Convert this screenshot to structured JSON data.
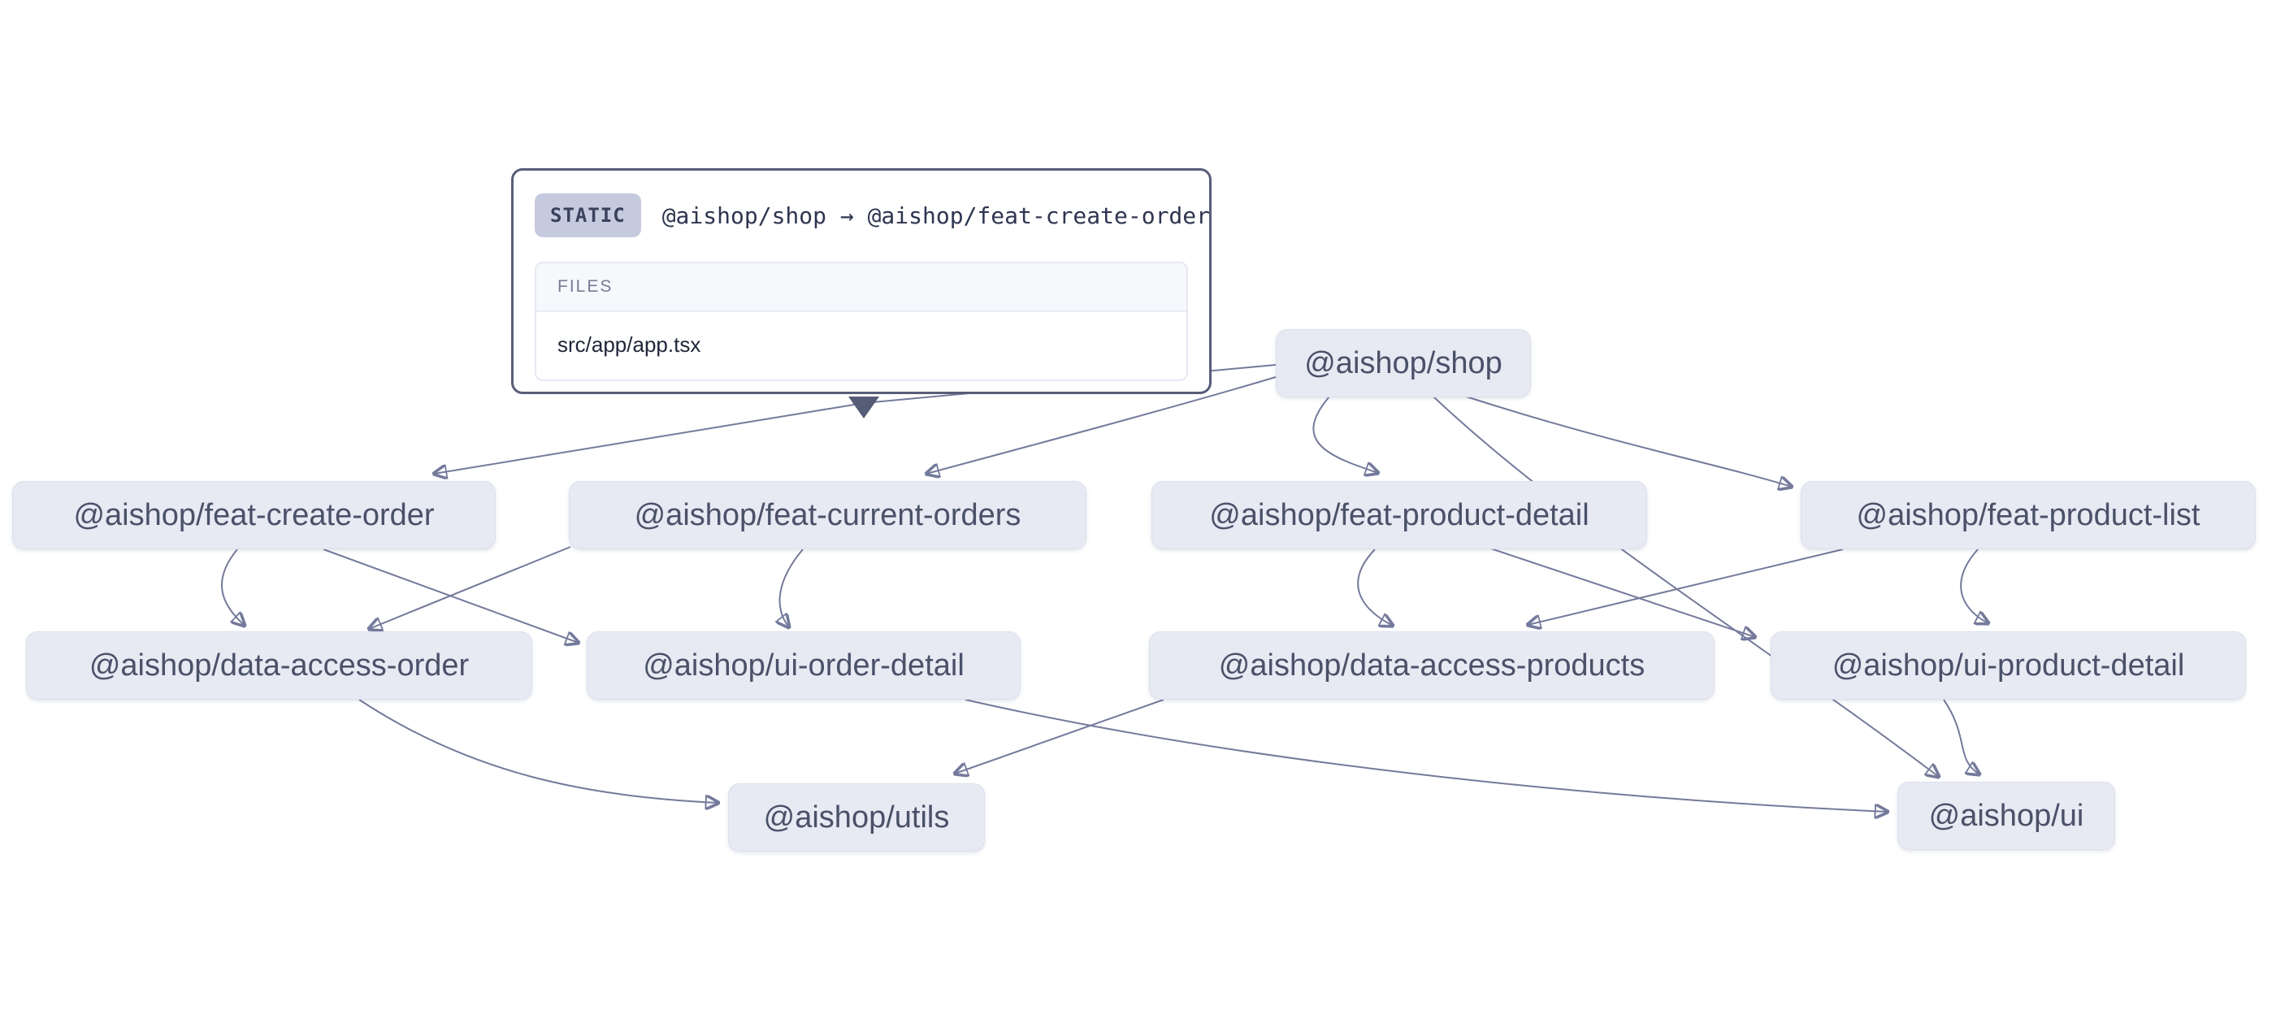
{
  "graph": {
    "tool": "project-dependency-graph",
    "background": "#ffffff"
  },
  "tooltip": {
    "badge": "STATIC",
    "dependency": "@aishop/shop → @aishop/feat-create-order",
    "files_header": "FILES",
    "files": [
      "src/app/app.tsx"
    ]
  },
  "nodes": [
    {
      "id": "shop",
      "label": "@aishop/shop"
    },
    {
      "id": "feat-create-order",
      "label": "@aishop/feat-create-order"
    },
    {
      "id": "feat-current-orders",
      "label": "@aishop/feat-current-orders"
    },
    {
      "id": "feat-product-detail",
      "label": "@aishop/feat-product-detail"
    },
    {
      "id": "feat-product-list",
      "label": "@aishop/feat-product-list"
    },
    {
      "id": "data-access-order",
      "label": "@aishop/data-access-order"
    },
    {
      "id": "ui-order-detail",
      "label": "@aishop/ui-order-detail"
    },
    {
      "id": "data-access-products",
      "label": "@aishop/data-access-products"
    },
    {
      "id": "ui-product-detail",
      "label": "@aishop/ui-product-detail"
    },
    {
      "id": "utils",
      "label": "@aishop/utils"
    },
    {
      "id": "ui",
      "label": "@aishop/ui"
    }
  ],
  "edges": [
    {
      "source": "@aishop/shop",
      "target": "@aishop/feat-create-order",
      "type": "static",
      "selected": true
    },
    {
      "source": "@aishop/shop",
      "target": "@aishop/feat-current-orders",
      "type": "static"
    },
    {
      "source": "@aishop/shop",
      "target": "@aishop/feat-product-detail",
      "type": "static"
    },
    {
      "source": "@aishop/shop",
      "target": "@aishop/feat-product-list",
      "type": "static"
    },
    {
      "source": "@aishop/shop",
      "target": "@aishop/ui",
      "type": "static"
    },
    {
      "source": "@aishop/feat-create-order",
      "target": "@aishop/data-access-order",
      "type": "static"
    },
    {
      "source": "@aishop/feat-create-order",
      "target": "@aishop/ui-order-detail",
      "type": "static"
    },
    {
      "source": "@aishop/feat-current-orders",
      "target": "@aishop/data-access-order",
      "type": "static"
    },
    {
      "source": "@aishop/feat-current-orders",
      "target": "@aishop/ui-order-detail",
      "type": "static"
    },
    {
      "source": "@aishop/feat-product-detail",
      "target": "@aishop/data-access-products",
      "type": "static"
    },
    {
      "source": "@aishop/feat-product-detail",
      "target": "@aishop/ui-product-detail",
      "type": "static"
    },
    {
      "source": "@aishop/feat-product-list",
      "target": "@aishop/data-access-products",
      "type": "static"
    },
    {
      "source": "@aishop/feat-product-list",
      "target": "@aishop/ui-product-detail",
      "type": "static"
    },
    {
      "source": "@aishop/data-access-order",
      "target": "@aishop/utils",
      "type": "static"
    },
    {
      "source": "@aishop/data-access-products",
      "target": "@aishop/utils",
      "type": "static"
    },
    {
      "source": "@aishop/ui-order-detail",
      "target": "@aishop/ui",
      "type": "static"
    },
    {
      "source": "@aishop/ui-product-detail",
      "target": "@aishop/ui",
      "type": "static"
    }
  ],
  "colors": {
    "node_fill": "#e7e9f3",
    "node_text": "#4a5168",
    "edge": "#747a9b",
    "tooltip_border": "#585e78",
    "badge_bg": "#c5cadf",
    "badge_text": "#3a415c"
  }
}
